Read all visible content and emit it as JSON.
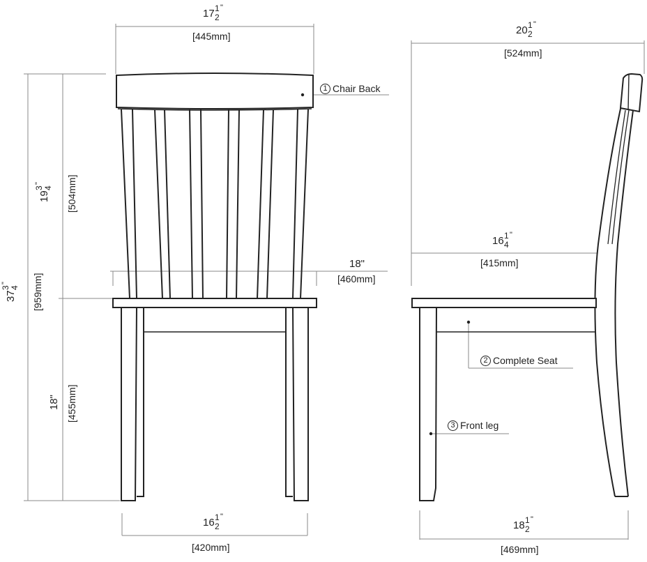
{
  "diagram": {
    "title": "Chair dimension drawing",
    "views": [
      "front",
      "side"
    ],
    "line_color": "#222222",
    "dim_line_color": "#8a8a8a"
  },
  "dimensions": {
    "front_back_width": {
      "whole": "17",
      "num": "1",
      "den": "2",
      "mark": "\"",
      "mm": "[445mm]"
    },
    "side_total_depth": {
      "whole": "20",
      "num": "1",
      "den": "2",
      "mark": "\"",
      "mm": "[524mm]"
    },
    "back_height": {
      "whole": "19",
      "num": "3",
      "den": "4",
      "mark": "\"",
      "mm": "[504mm]"
    },
    "total_height": {
      "whole": "37",
      "num": "3",
      "den": "4",
      "mark": "\"",
      "mm": "[959mm]"
    },
    "seat_height": {
      "label": "18\"",
      "mm": "[455mm]"
    },
    "seat_width": {
      "label": "18\"",
      "mm": "[460mm]"
    },
    "seat_depth": {
      "whole": "16",
      "num": "1",
      "den": "4",
      "mark": "\"",
      "mm": "[415mm]"
    },
    "front_leg_span": {
      "whole": "16",
      "num": "1",
      "den": "2",
      "mark": "\"",
      "mm": "[420mm]"
    },
    "side_leg_span": {
      "whole": "18",
      "num": "1",
      "den": "2",
      "mark": "\"",
      "mm": "[469mm]"
    }
  },
  "callouts": [
    {
      "number": "1",
      "label": "Chair Back"
    },
    {
      "number": "2",
      "label": "Complete Seat"
    },
    {
      "number": "3",
      "label": "Front leg"
    }
  ]
}
